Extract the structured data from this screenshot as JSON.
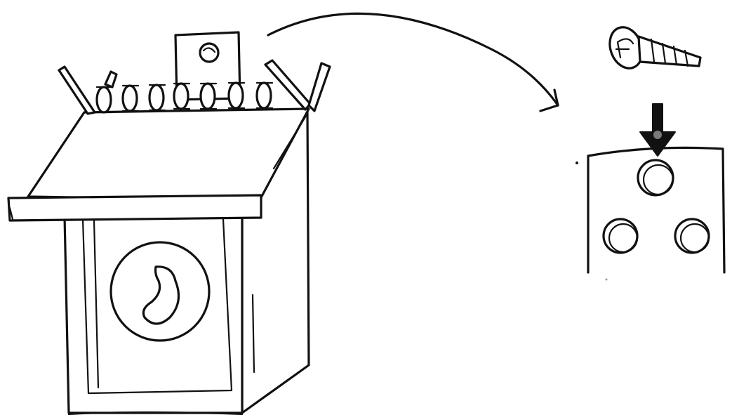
{
  "illustration": {
    "style": "black-and-white hand-drawn sketch",
    "colors": {
      "ink": "#111111",
      "paper": "#ffffff",
      "highlight": "#7a7a7a"
    },
    "parts": [
      "birdhouse",
      "mounting-tab",
      "roof-stick-row",
      "entrance-hole",
      "pointer-arrow",
      "screw",
      "down-arrow",
      "mounting-plate-detail"
    ]
  }
}
